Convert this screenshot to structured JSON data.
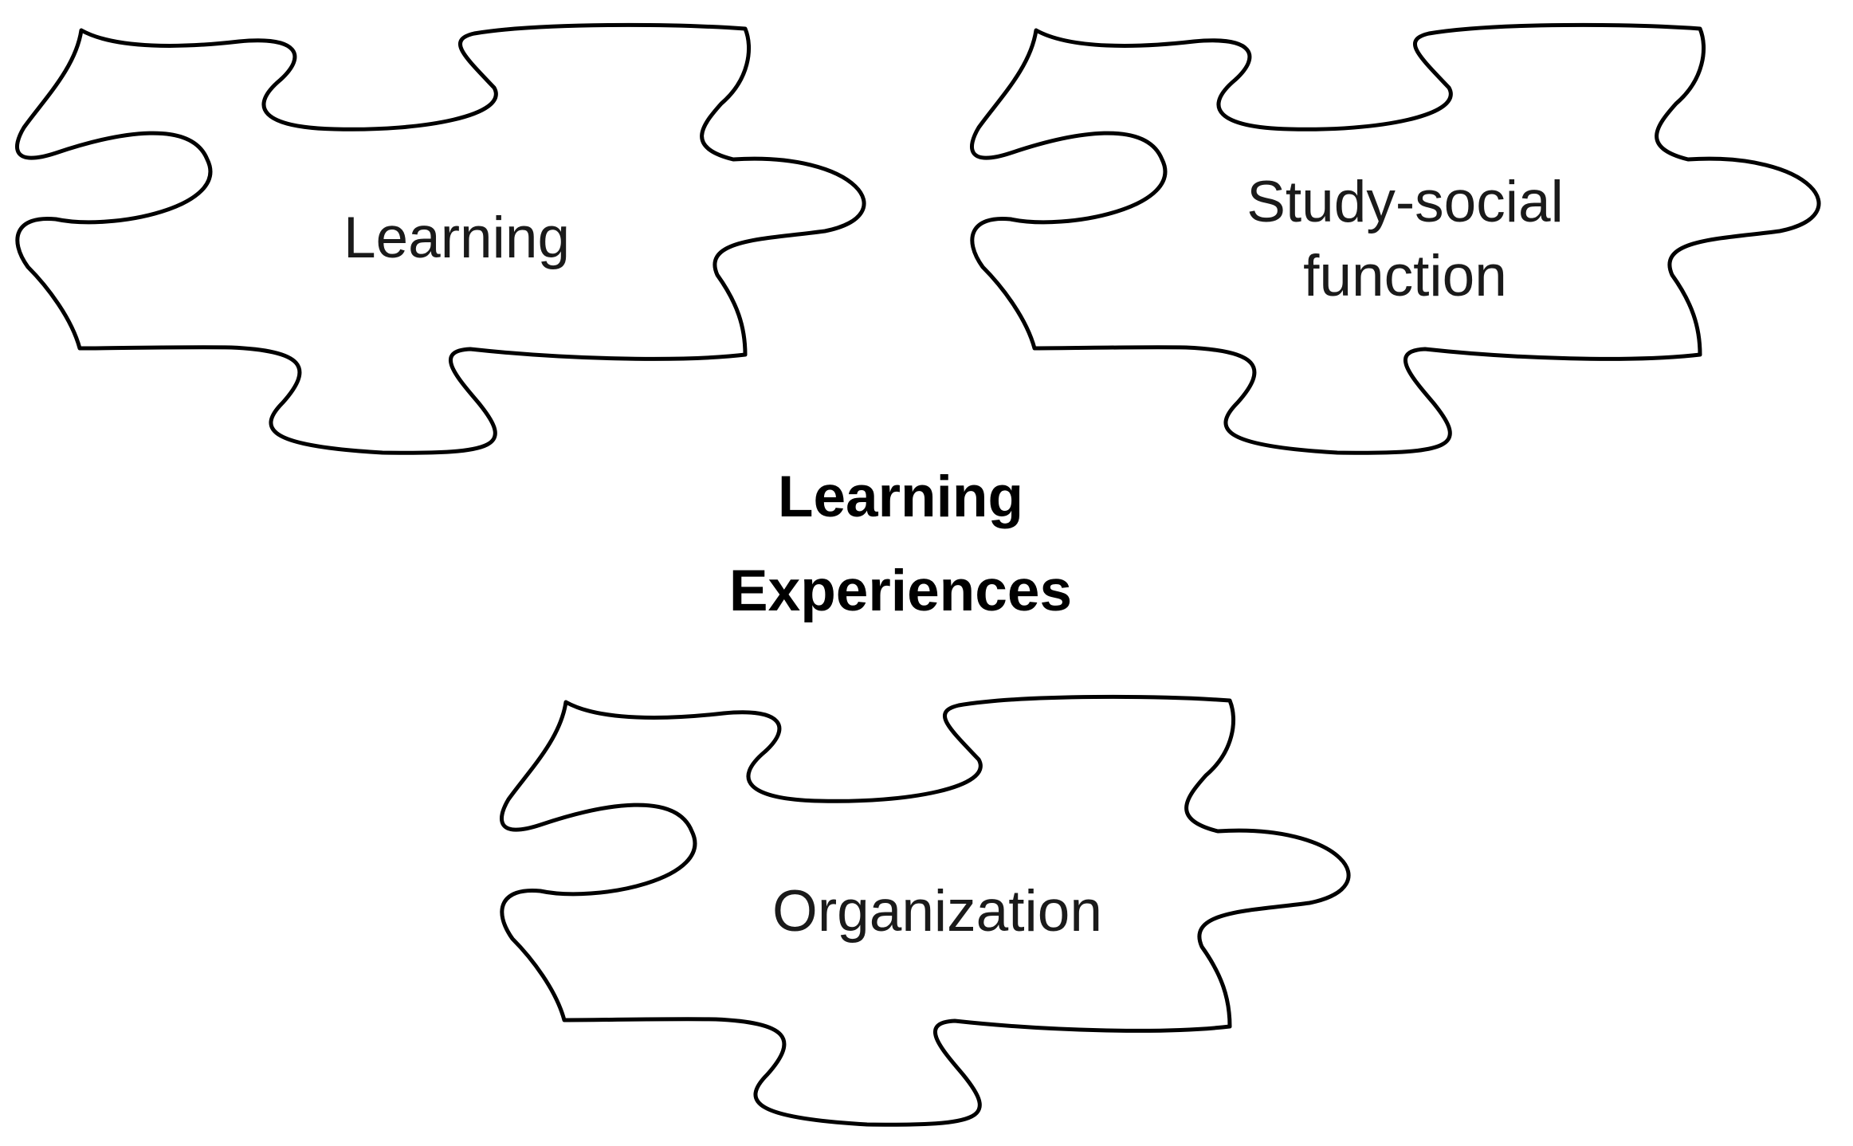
{
  "diagram": {
    "center_title": {
      "line1": "Learning",
      "line2": "Experiences"
    },
    "pieces": [
      {
        "id": "learning",
        "lines": [
          "Learning"
        ]
      },
      {
        "id": "study-social",
        "lines": [
          "Study-social",
          "function"
        ]
      },
      {
        "id": "organization",
        "lines": [
          "Organization"
        ]
      }
    ],
    "colors": {
      "outline": "#000000",
      "fill": "#ffffff",
      "text": "#1a1a1a"
    }
  }
}
